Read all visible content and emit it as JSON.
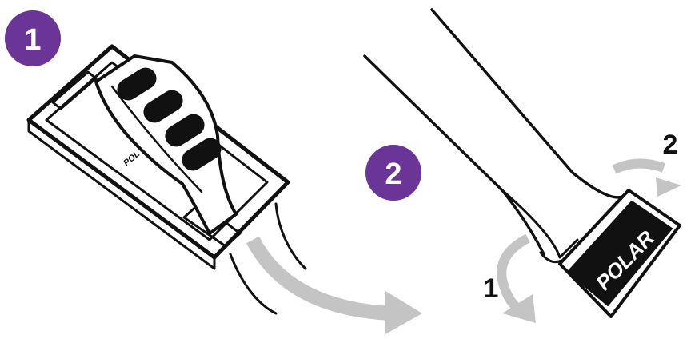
{
  "steps": [
    {
      "number": "1",
      "badge_color": "#6a3596"
    },
    {
      "number": "2",
      "badge_color": "#6a3596"
    }
  ],
  "sub_steps": [
    {
      "number": "1"
    },
    {
      "number": "2"
    }
  ],
  "brand": {
    "logo_text": "POLAR",
    "logo_small_text": "POL"
  },
  "colors": {
    "outline": "#111111",
    "arrow": "#c4c4c4",
    "badge_text": "#ffffff"
  }
}
